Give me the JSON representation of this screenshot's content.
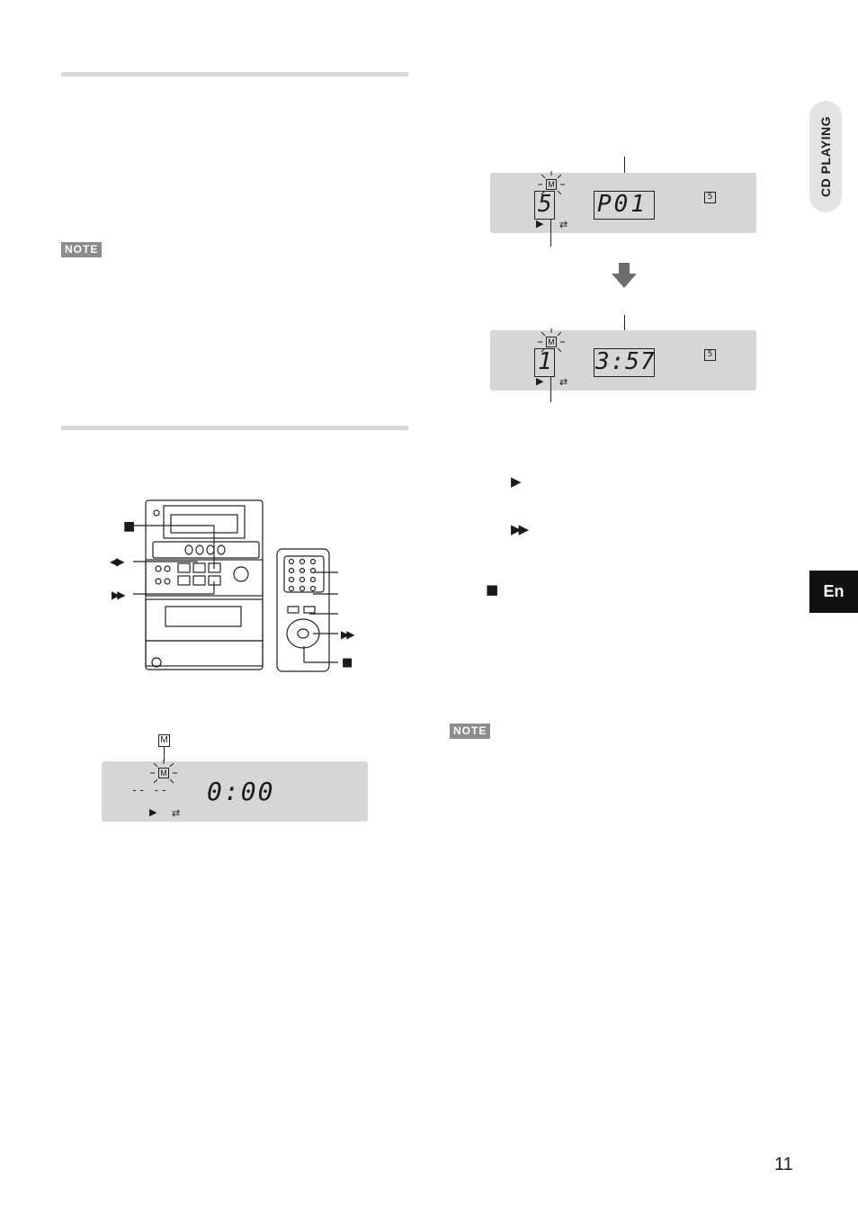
{
  "page": {
    "number": "11",
    "section_tab": "CD PLAYING",
    "language_tab": "En"
  },
  "notes": {
    "badge_label": "NOTE"
  },
  "display_top": {
    "indicator": "M",
    "track_digit": "5",
    "time_text": "P01",
    "disc_indicator": "5"
  },
  "display_mid": {
    "indicator": "M",
    "track_digit": "1",
    "time_text": "3:57",
    "disc_indicator": "5"
  },
  "display_bottom": {
    "indicator": "M",
    "indicator_label": "M",
    "track_digit": "-- --",
    "time_text": "0:00"
  },
  "icons": {
    "play": "play-icon",
    "fast_forward": "fast-forward-icon",
    "stop": "stop-icon",
    "skip": "skip-back-forward-icon",
    "repeat": "repeat-icon",
    "down_arrow": "down-arrow-icon"
  }
}
